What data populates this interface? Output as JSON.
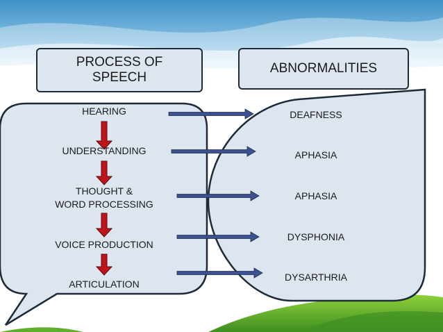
{
  "colors": {
    "sky_top": "#3f92c8",
    "bubble_fill": "#dde6ee",
    "bubble_stroke": "#1c2a3a",
    "down_arrow": "#c0141c",
    "right_arrow": "#3c5290",
    "grass": "#5fae2d"
  },
  "process_header": {
    "line1": "PROCESS OF",
    "line2": "SPEECH"
  },
  "abnormalities_header": "ABNORMALITIES",
  "steps": [
    {
      "line1": "HEARING",
      "line2": ""
    },
    {
      "line1": "UNDERSTANDING",
      "line2": ""
    },
    {
      "line1": "THOUGHT &",
      "line2": "WORD PROCESSING"
    },
    {
      "line1": "VOICE PRODUCTION",
      "line2": ""
    },
    {
      "line1": "ARTICULATION",
      "line2": ""
    }
  ],
  "abnormalities": [
    "DEAFNESS",
    "APHASIA",
    "APHASIA",
    "DYSPHONIA",
    "DYSARTHRIA"
  ]
}
